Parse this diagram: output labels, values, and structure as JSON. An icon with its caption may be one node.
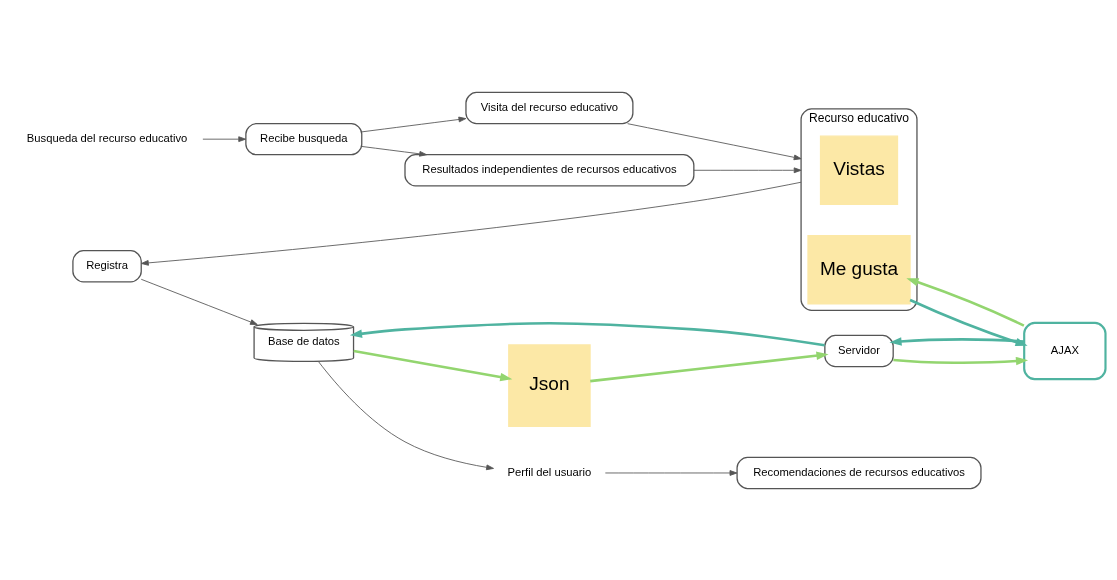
{
  "diagram": {
    "nodes": [
      {
        "text": [
          "Busqueda del recurso educativo"
        ]
      },
      {
        "text": [
          "Recibe busqueda"
        ]
      },
      {
        "text": [
          "Visita del recurso educativo"
        ]
      },
      {
        "text": [
          "Resultados independientes de recursos educativos"
        ]
      },
      {
        "text": [
          "Perfil del usuario"
        ]
      },
      {
        "text": [
          "Recomendaciones de recursos educativos"
        ]
      },
      {
        "text": [
          "Recurso educativo"
        ]
      },
      {
        "text": [
          "Vistas"
        ],
        "in": 6
      },
      {
        "text": [
          "Me gusta"
        ],
        "in": 6
      },
      {
        "text": [
          "Servidor"
        ]
      },
      {
        "text": [
          "Base de datos"
        ]
      },
      {
        "text": [
          "AJAX"
        ]
      },
      {
        "text": [
          "Json"
        ]
      },
      {
        "text": [
          "Registra"
        ]
      }
    ],
    "edges": [
      {
        "from": 0,
        "to": 1,
        "arrow": "to"
      },
      {
        "from": 1,
        "to": 2,
        "arrow": "to"
      },
      {
        "from": 1,
        "to": 3,
        "arrow": "to"
      },
      {
        "from": 2,
        "to": 6,
        "arrow": "to"
      },
      {
        "from": 3,
        "to": 6,
        "arrow": "to"
      },
      {
        "from": 6,
        "to": 13,
        "arrow": "to"
      },
      {
        "from": 13,
        "to": 10,
        "arrow": "to"
      },
      {
        "from": 10,
        "to": 4,
        "arrow": "to"
      },
      {
        "from": 4,
        "to": 5,
        "arrow": "to"
      },
      {
        "from": 9,
        "to": 10,
        "arrow": "to",
        "style": "thick",
        "color": "#4fb3a0"
      },
      {
        "from": 10,
        "to": 12,
        "arrow": "to",
        "style": "thick",
        "color": "#93d56f"
      },
      {
        "from": 12,
        "to": 9,
        "arrow": "to",
        "style": "thick",
        "color": "#93d56f"
      },
      {
        "from": 9,
        "to": 11,
        "arrow": "to",
        "style": "thick",
        "color": "#93d56f"
      },
      {
        "from": 11,
        "to": 9,
        "arrow": "to",
        "style": "thick",
        "color": "#4fb3a0"
      },
      {
        "from": 11,
        "to": 8,
        "arrow": "to",
        "style": "thick",
        "color": "#93d56f"
      },
      {
        "from": 8,
        "to": 11,
        "arrow": "to",
        "style": "thick",
        "color": "#4fb3a0"
      }
    ]
  }
}
